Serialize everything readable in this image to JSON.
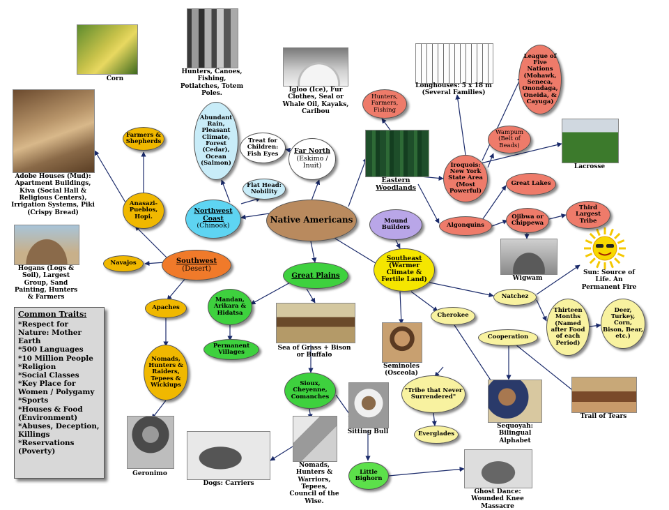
{
  "colors": {
    "center": "#b98a5e",
    "southwest": "#f07a2a",
    "northwest": "#5ed4f2",
    "woodlands_red": "#ee7b6a",
    "plains": "#3ed13e",
    "southeast": "#f5e600",
    "pale_yellow": "#f8f2a0",
    "gold": "#f0b800",
    "lavender": "#b9a6e8",
    "pale_blue": "#c8ecf8",
    "white": "#ffffff",
    "lime": "#5ce04a",
    "line": "#1a2a6a"
  },
  "nodes": {
    "center": "Native Americans",
    "southwest": {
      "title": "Southwest",
      "sub": "(Desert)"
    },
    "northwest": {
      "title": "Northwest Coast",
      "sub": "(Chinook)"
    },
    "far_north": {
      "title": "Far North",
      "sub": "(Eskimo / Inuit)"
    },
    "eastern_woodlands_label": "Eastern Woodlands",
    "great_plains": "Great Plains",
    "southeast": {
      "title": "Southeast",
      "sub": "(Warmer Climate & Fertile Land)"
    },
    "mound_builders": "Mound Builders",
    "abundant_rain": "Abundant Rain, Pleasant Climate, Forest (Cedar), Ocean (Salmon)",
    "treat": "Treat for Children: Fish Eyes",
    "flat_head": "Flat Head: Nobility",
    "farmers_shepherds": "Farmers & Shepherds",
    "anasazi": "Anasazi- Pueblos, Hopi.",
    "navajos": "Navajos",
    "apaches": "Apaches",
    "nomads_apache": "Nomads, Hunters & Raiders, Tepees & Wickiups",
    "mandan": "Mandan, Arikara & Hidatsa",
    "permanent_villages": "Permanent Villages",
    "sioux": "Sioux, Cheyenne, Comanches",
    "little_bighorn": "Little Bighorn",
    "hunters_farmers": "Hunters, Farmers, Fishing",
    "iroquois": "Iroquois: New York State Area (Most Powerful)",
    "league": "League of Five Nations (Mohawk, Seneca, Onondaga, Oneida, & Cayuga)",
    "wampum": "Wampum (Belt of Beads)",
    "great_lakes": "Great Lakes",
    "algonquins": "Algonquins",
    "ojibwa": "Ojibwa or Chippewa",
    "third_largest": "Third Largest Tribe",
    "natchez": "Natchez",
    "thirteen_months": "Thirteen Months (Named after Food of each Period)",
    "deer": "Deer, Turkey, Corn, Bison, Bear, etc.)",
    "cherokee": "Cherokee",
    "cooperation": "Cooperation",
    "tribe_never": "\"Tribe that Never Surrendered\"",
    "everglades": "Everglades"
  },
  "captions": {
    "corn": "Corn",
    "hunters_canoes": "Hunters, Canoes, Fishing, Potlatches, Totem Poles.",
    "igloo": "Igloo (Ice), Fur Clothes, Seal or Whale Oil, Kayaks, Caribou",
    "longhouses": "Longhouses: 5 x 18 m (Several Families)",
    "lacrosse": "Lacrosse",
    "adobe": "Adobe Houses (Mud): Apartment Buildings, Kiva (Social Hall & Religious Centers), Irrigation Systems, Piki (Crispy Bread)",
    "hogans": "Hogans (Logs & Soil), Largest Group, Sand Painting, Hunters & Farmers",
    "wigwam": "Wigwam",
    "sun": "Sun: Source of Life. An Permanent Fire",
    "sea_of_grass": "Sea of Grass + Bison or Buffalo",
    "seminoles": "Seminoles (Osceola)",
    "sitting_bull": "Sitting Bull",
    "sequoyah": "Sequoyah: Bilingual Alphabet",
    "trail_of_tears": "Trail of Tears",
    "geronimo": "Geronimo",
    "dogs": "Dogs: Carriers",
    "nomads_plains": "Nomads, Hunters & Warriors, Tepees, Council of the Wise.",
    "ghost_dance": "Ghost Dance: Wounded Knee Massacre"
  },
  "traits": {
    "title": "Common Traits:",
    "items": [
      "*Respect for Nature: Mother Earth",
      "*500 Languages",
      "*10 Million People",
      "*Religion",
      "*Social Classes",
      "*Key Place for Women / Polygamy",
      "*Sports",
      "*Houses & Food (Environment)",
      "*Abuses, Deception, Killings",
      "*Reservations (Poverty)"
    ]
  }
}
